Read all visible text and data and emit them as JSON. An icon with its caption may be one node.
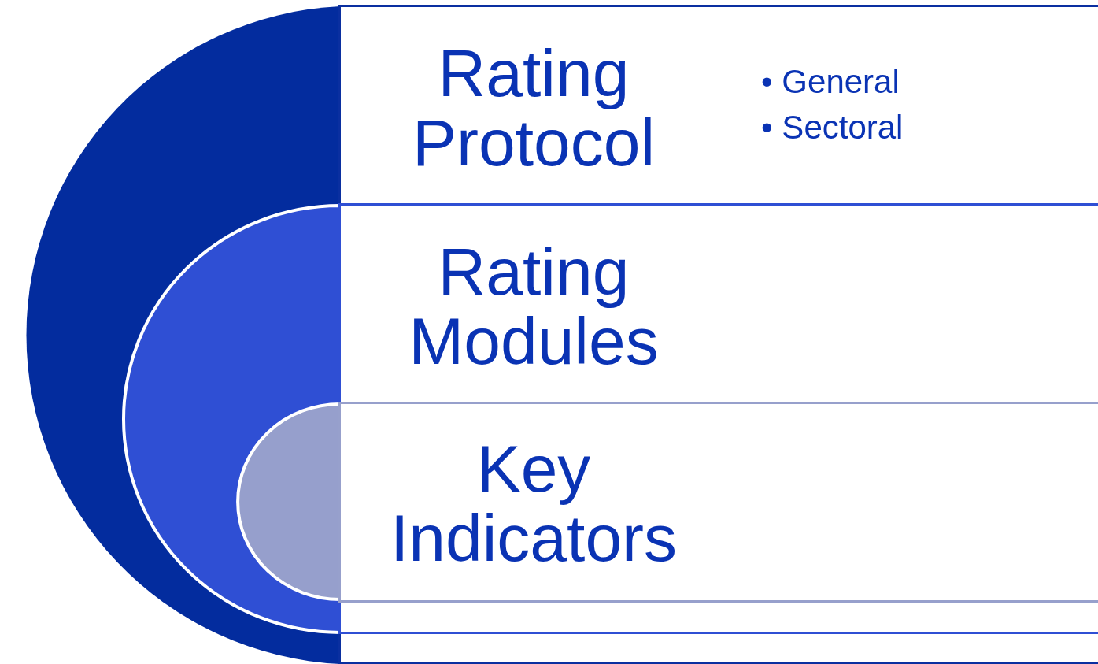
{
  "diagram": {
    "nodes": [
      {
        "text": [
          "Rating Protocol",
          "• General",
          "• Sectoral"
        ]
      },
      {
        "text": [
          "Rating Modules"
        ],
        "in": 0
      },
      {
        "text": [
          "Key Indicators"
        ],
        "in": 1
      }
    ]
  }
}
